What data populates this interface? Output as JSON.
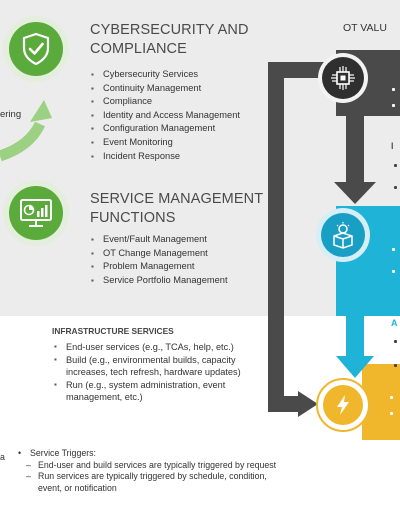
{
  "left_fragment": "ering",
  "cyber": {
    "title_line1": "CYBERSECURITY AND",
    "title_line2": "COMPLIANCE",
    "items": [
      "Cybersecurity Services",
      "Continuity Management",
      "Compliance",
      "Identity and Access Management",
      "Configuration Management",
      "Event Monitoring",
      "Incident Response"
    ]
  },
  "service": {
    "title_line1": "SERVICE MANAGEMENT",
    "title_line2": "FUNCTIONS",
    "items": [
      "Event/Fault Management",
      "OT Change Management",
      "Problem Management",
      "Service Portfolio Management"
    ]
  },
  "infra": {
    "title": "INFRASTRUCTURE SERVICES",
    "items": [
      {
        "lines": [
          "End-user services (e.g., TCAs, help, etc.)"
        ]
      },
      {
        "lines": [
          "Build (e.g., environmental builds, capacity",
          "increases, tech refresh, hardware updates)"
        ]
      },
      {
        "lines": [
          "Run (e.g., system administration, event",
          "management, etc.)"
        ]
      }
    ]
  },
  "footnote": {
    "left_fragment": "a",
    "heading": "Service Triggers:",
    "lines": [
      "End-user and build services are typically triggered by request",
      "Run services are typically triggered by schedule, condition,",
      "event, or notification"
    ]
  },
  "right": {
    "title": "OT VALU",
    "label_i": "I",
    "label_a": "A"
  },
  "icons": [
    "shield-check-icon",
    "dashboard-monitor-icon",
    "circuit-chip-icon",
    "lightbulb-box-icon",
    "lightning-icon"
  ],
  "colors": {
    "green": "#5aaa3c",
    "dark_gray": "#4a4a4a",
    "cyan": "#1fb3d8",
    "gold": "#f0b72c"
  }
}
